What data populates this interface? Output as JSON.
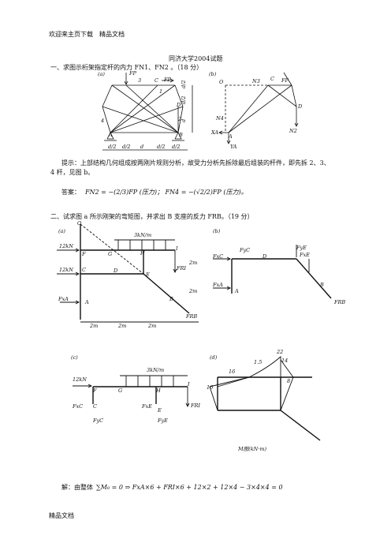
{
  "header": {
    "text": "欢迎来主页下载　精品文档"
  },
  "title": "同济大学2004试题",
  "q1": {
    "text": "一、求图示桁架指定杆的内力 F",
    "tail": "N1、FN2 。（18 分）",
    "fig_a": "(a)",
    "fig_b": "(b)",
    "labels_a": {
      "fp": "FP",
      "n3": "3",
      "c": "C",
      "fp2": "FP",
      "n1": "1",
      "d": "D",
      "n2": "2",
      "n4": "4",
      "a": "A",
      "b": "B",
      "dims": [
        "d/2",
        "d/2",
        "d",
        "d/2",
        "d/2"
      ],
      "vert": [
        "d/2",
        "d/2",
        "d"
      ]
    },
    "labels_b": {
      "o": "O",
      "n3": "N3",
      "c": "C",
      "fp": "FP",
      "n4": "N4",
      "d": "D",
      "xa": "XA",
      "a": "A",
      "ya": "YA",
      "n2": "N2"
    },
    "hint": "提示：上部结构几何组成按两刚片规则分析，故受力分析先拆除最后组装的杆件，即先拆 2、3、",
    "hint2": "4 杆，见图 b。",
    "answer_label": "答案：",
    "answer": "FN2 = −(2/3)FP (压力)；  FN4 = −(√2/2)FP (压力)。"
  },
  "q2": {
    "text": "二、试求图 a 所示刚架的弯矩图，并求出 B 支座的反力 FRB。（19 分）",
    "fig_a": "(a)",
    "fig_b": "(b)",
    "fig_c": "(c)",
    "fig_d": "(d)",
    "load": "3kN/m",
    "force1": "12kN",
    "force2": "12kN",
    "nodes_a": [
      "O",
      "F",
      "G",
      "H",
      "I",
      "C",
      "D",
      "E",
      "A",
      "B"
    ],
    "dims_a": [
      "2m",
      "2m",
      "2m",
      "2m",
      "2m"
    ],
    "reactions_a": [
      "FxA",
      "FRI",
      "FRB"
    ],
    "labels_b": [
      "FxC",
      "FyC",
      "D",
      "FxE",
      "FyE",
      "A",
      "FxA",
      "B",
      "FRB"
    ],
    "labels_c": [
      "12kN",
      "3kN/m",
      "F",
      "G",
      "H",
      "I",
      "C",
      "E",
      "FxC",
      "FyC",
      "FxE",
      "FyE",
      "FRI"
    ],
    "moments_d": [
      "22",
      "1.5",
      "14",
      "16",
      "16",
      "8"
    ],
    "caption_d": "M图(kN·m)"
  },
  "solution": {
    "label": "解：由整体",
    "equation": "∑M₀ = 0 ⇒ FxA×6 + FRI×6 + 12×2 + 12×4 − 3×4×4 = 0"
  },
  "footer": {
    "text": "精品文档"
  }
}
